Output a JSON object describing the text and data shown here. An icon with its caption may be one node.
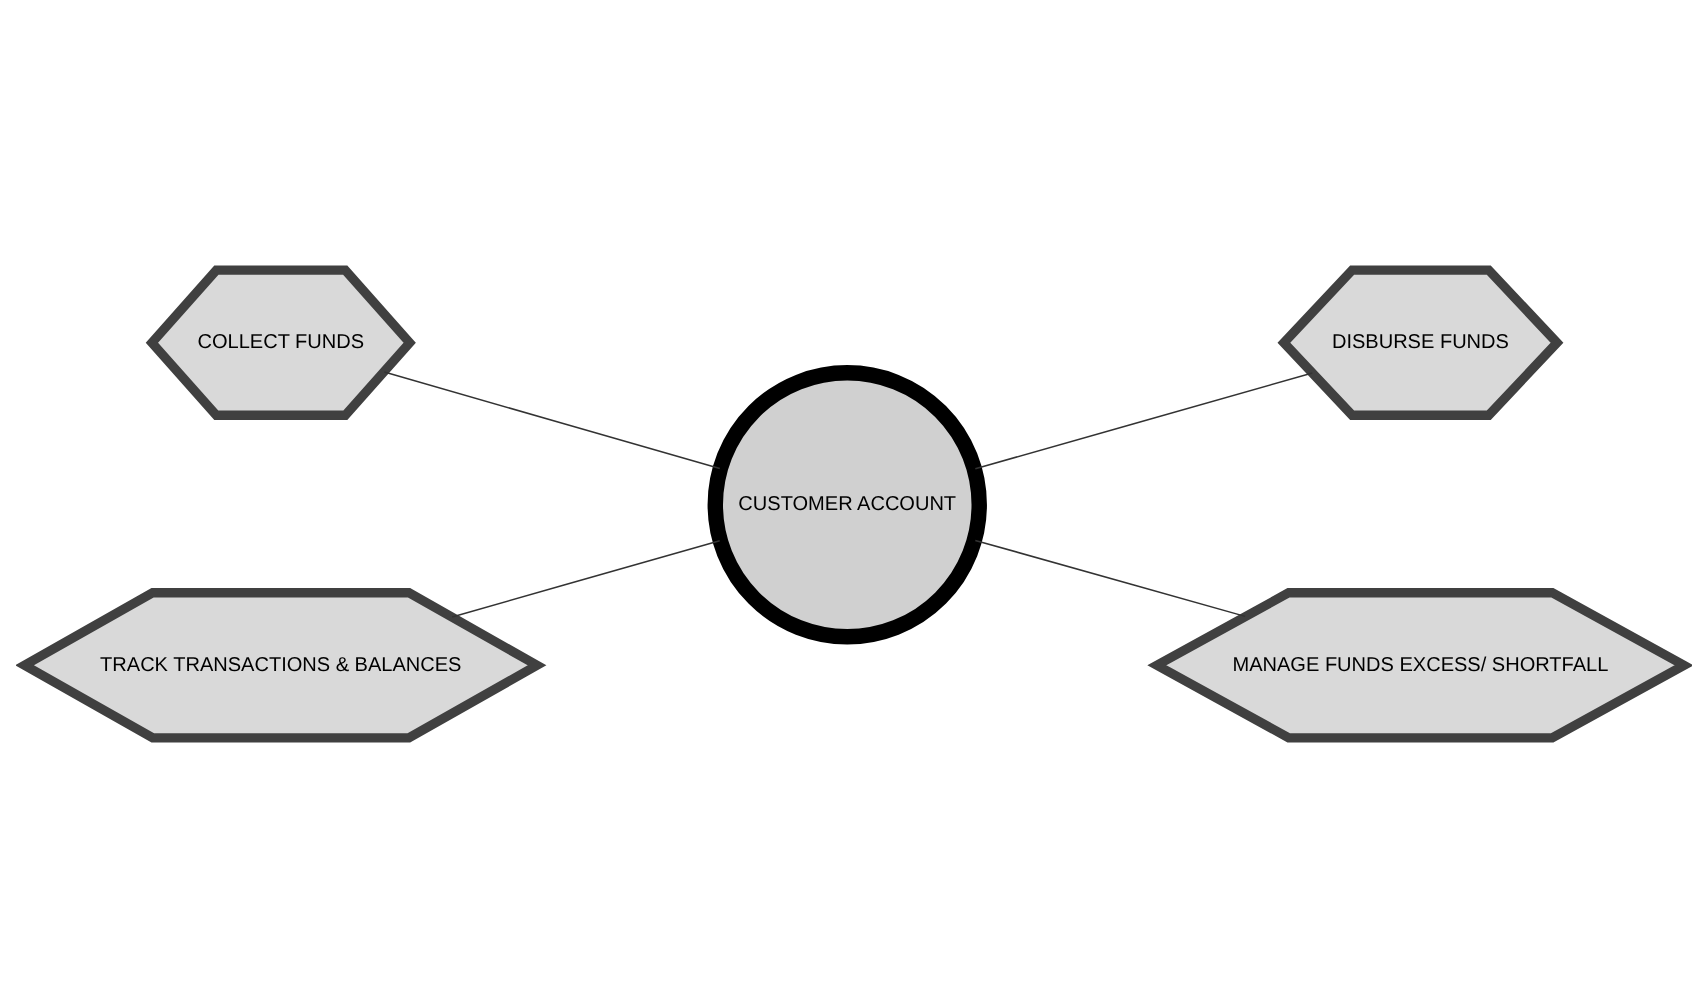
{
  "diagram": {
    "nodes": [
      {
        "text": [
          "COLLECT FUNDS"
        ]
      },
      {
        "text": [
          "DISBURSE FUNDS"
        ]
      },
      {
        "text": [
          "CUSTOMER ACCOUNT"
        ]
      },
      {
        "text": [
          "TRACK TRANSACTIONS & BALANCES"
        ]
      },
      {
        "text": [
          "MANAGE FUNDS EXCESS/ SHORTFALL"
        ]
      }
    ],
    "edges": [
      {
        "from": 0,
        "to": 2,
        "arrow": "none"
      },
      {
        "from": 2,
        "to": 1,
        "arrow": "none"
      },
      {
        "from": 3,
        "to": 2,
        "arrow": "none"
      },
      {
        "from": 2,
        "to": 4,
        "arrow": "none"
      }
    ]
  }
}
